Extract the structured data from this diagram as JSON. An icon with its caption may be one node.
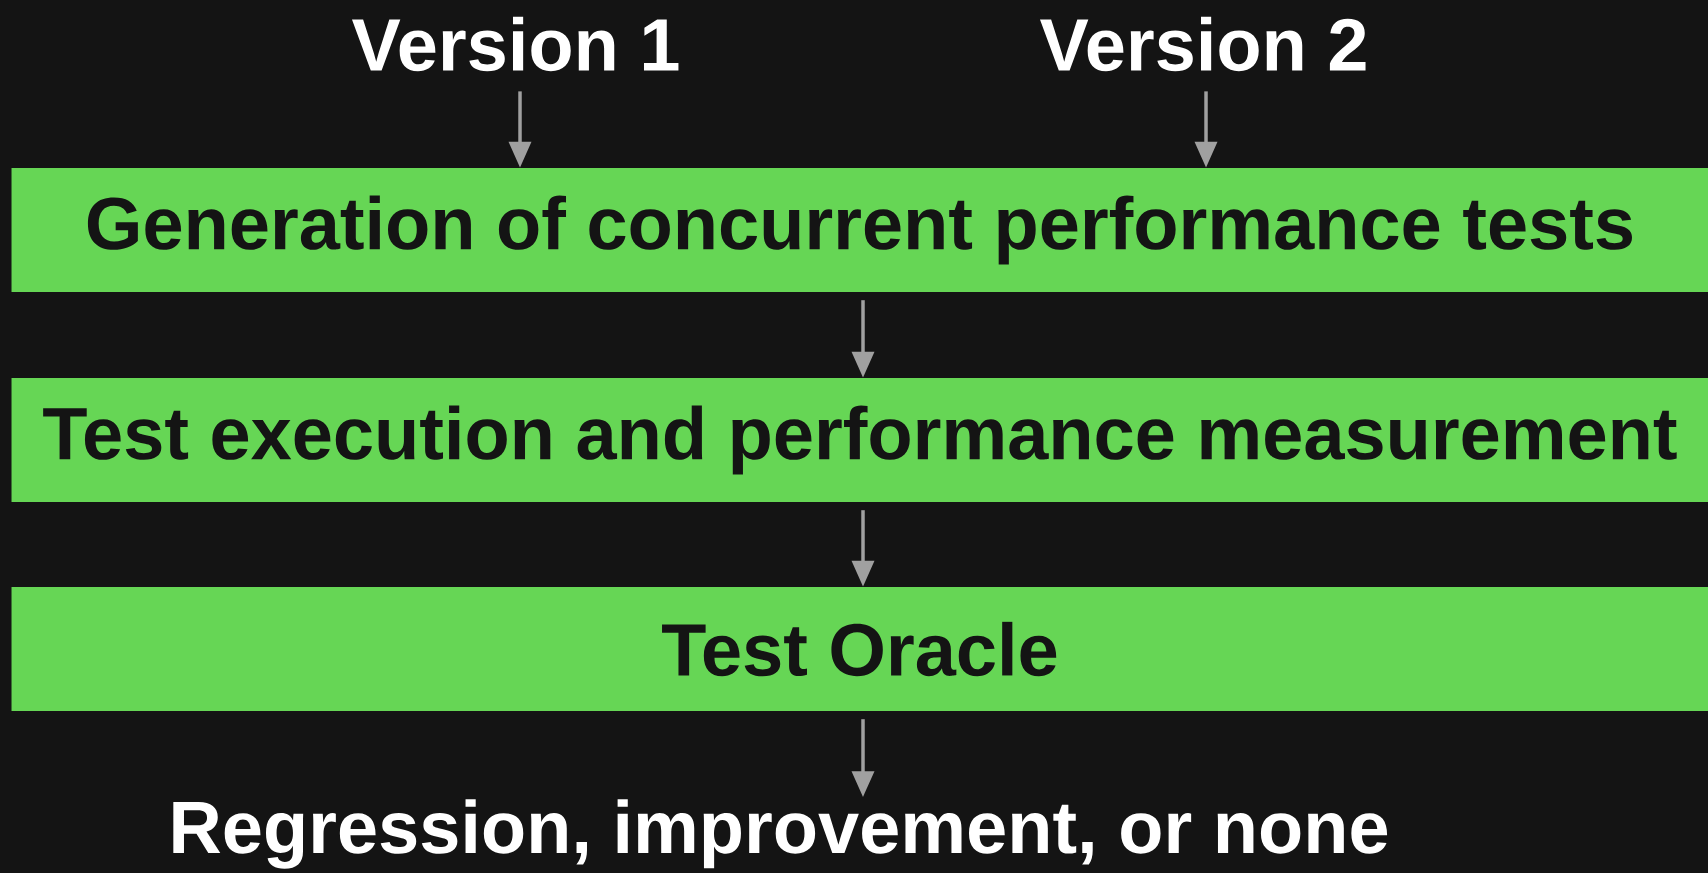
{
  "diagram": {
    "nodes": [
      {
        "text": [
          "Version 1"
        ]
      },
      {
        "text": [
          "Version 2"
        ]
      },
      {
        "text": [
          "Generation of concurrent performance tests"
        ]
      },
      {
        "text": [
          "Test execution and performance measurement"
        ]
      },
      {
        "text": [
          "Test Oracle"
        ]
      },
      {
        "text": [
          "Regression, improvement, or none"
        ]
      }
    ],
    "edges": [
      {
        "from": 0,
        "to": 2,
        "arrow": "to"
      },
      {
        "from": 1,
        "to": 2,
        "arrow": "to"
      },
      {
        "from": 2,
        "to": 3,
        "arrow": "to"
      },
      {
        "from": 3,
        "to": 4,
        "arrow": "to"
      },
      {
        "from": 4,
        "to": 5,
        "arrow": "to"
      }
    ]
  }
}
